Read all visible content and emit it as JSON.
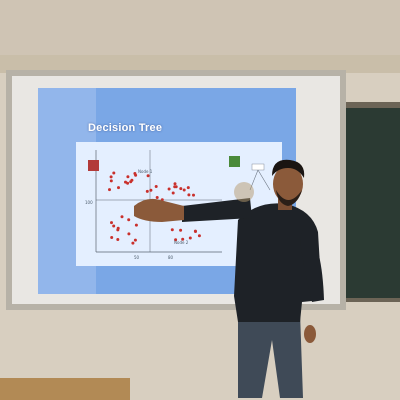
{
  "slide": {
    "title": "Decision Tree",
    "labels": {
      "node_a": "Node 1",
      "node_b": "Node 2",
      "axis_left": "100",
      "axis_mid": "50",
      "axis_right": "80"
    }
  },
  "colors": {
    "wall": "#d8cfc0",
    "chalkboard": "#2b3a33",
    "screen": "#e9e7e3",
    "slide_bg": "#7aa7e6",
    "plot_bg": "#e4efff",
    "point_red": "#c9302c",
    "shirt": "#1e2227",
    "jeans": "#3f4a57",
    "skin": "#8b5a3a"
  }
}
